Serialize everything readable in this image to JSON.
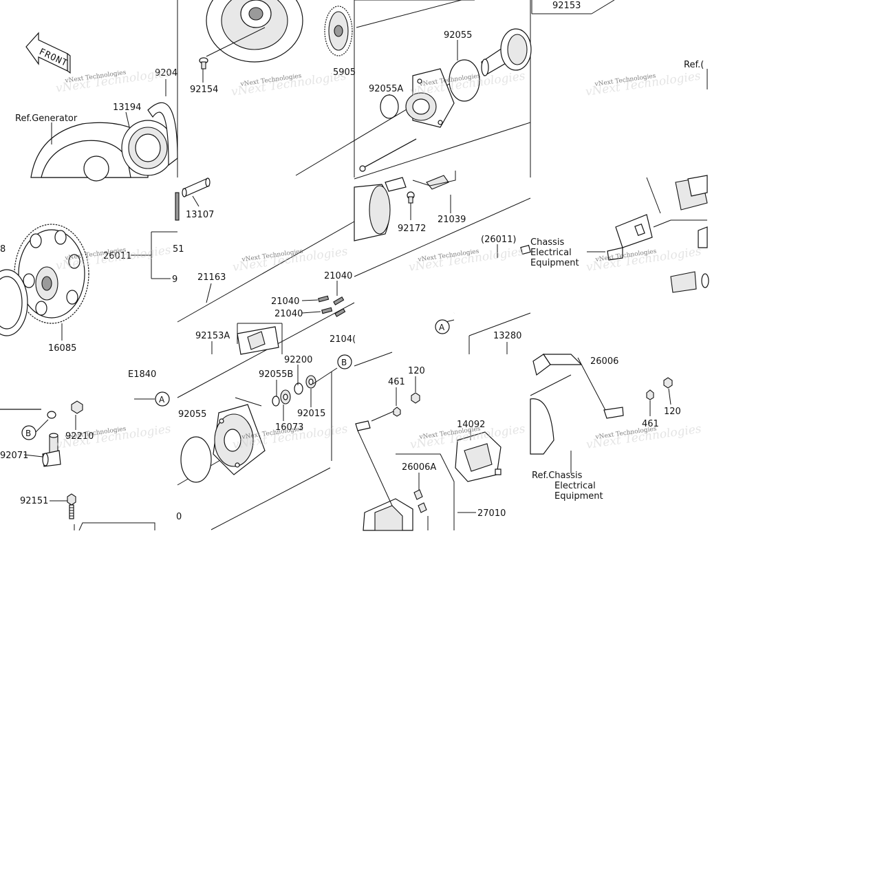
{
  "diagram": {
    "code": "E1840",
    "front_label": "FRONT",
    "watermark": "vNext Technologies",
    "ref_generator": "Ref.Generator",
    "ref_top_right": "Ref.(",
    "chassis_top": [
      "Chassis",
      "Electrical",
      "Equipment"
    ],
    "chassis_bottom": [
      "Ref.Chassis",
      "Electrical",
      "Equipment"
    ],
    "callouts": {
      "A": "A",
      "B": "B"
    },
    "parts": {
      "p92153": "92153",
      "p92055_top": "92055",
      "p9204": "9204",
      "p92154": "92154",
      "p5905": "5905",
      "p92055A": "92055A",
      "p13194": "13194",
      "p13107": "13107",
      "p92172": "92172",
      "p21039": "21039",
      "p26011_paren": "(26011)",
      "p26011": "26011",
      "p51": "51",
      "p9_left": "9",
      "p8": "8",
      "p21163": "21163",
      "p21040_a": "21040",
      "p21040_b": "21040",
      "p21040_c": "21040",
      "p21040_d": "2104(",
      "p16085": "16085",
      "p92153A": "92153A",
      "p92200": "92200",
      "p13280": "13280",
      "p26006": "26006",
      "p92055B": "92055B",
      "p120_mid": "120",
      "p461_mid": "461",
      "p461_right": "461",
      "p120_right": "120",
      "p92210": "92210",
      "p92055_bottom": "92055",
      "p16073": "16073",
      "p92015": "92015",
      "p14092": "14092",
      "p92071": "92071",
      "p26006A": "26006A",
      "p92151": "92151",
      "p27010": "27010",
      "p0_left": "0"
    }
  }
}
